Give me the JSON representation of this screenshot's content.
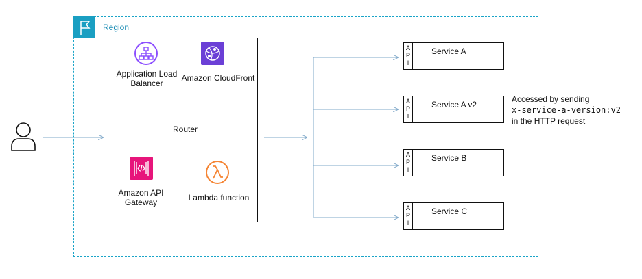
{
  "region": {
    "label": "Region"
  },
  "router": {
    "label": "Router",
    "services": [
      {
        "name": "alb",
        "label_line1": "Application Load",
        "label_line2": "Balancer",
        "icon": "application-load-balancer-icon"
      },
      {
        "name": "cloudfront",
        "label_line1": "Amazon CloudFront",
        "icon": "cloudfront-icon"
      },
      {
        "name": "apigw",
        "label_line1": "Amazon API",
        "label_line2": "Gateway",
        "icon": "api-gateway-icon"
      },
      {
        "name": "lambda",
        "label_line1": "Lambda function",
        "icon": "lambda-icon"
      }
    ]
  },
  "targets": [
    {
      "name": "Service A",
      "api_letters": [
        "A",
        "P",
        "I"
      ]
    },
    {
      "name": "Service A v2",
      "api_letters": [
        "A",
        "P",
        "I"
      ]
    },
    {
      "name": "Service B",
      "api_letters": [
        "A",
        "P",
        "I"
      ]
    },
    {
      "name": "Service C",
      "api_letters": [
        "A",
        "P",
        "I"
      ]
    }
  ],
  "note": {
    "line1": "Accessed by sending",
    "code": "x-service-a-version:v2",
    "line3": "in the HTTP request"
  },
  "colors": {
    "region_border": "#1aa4c8",
    "arrow": "#7fa8c9",
    "alb_purple": "#8c4fff",
    "cloudfront_purple": "#6b3fd6",
    "apigw_pink": "#e7157b",
    "lambda_orange": "#f58534"
  }
}
